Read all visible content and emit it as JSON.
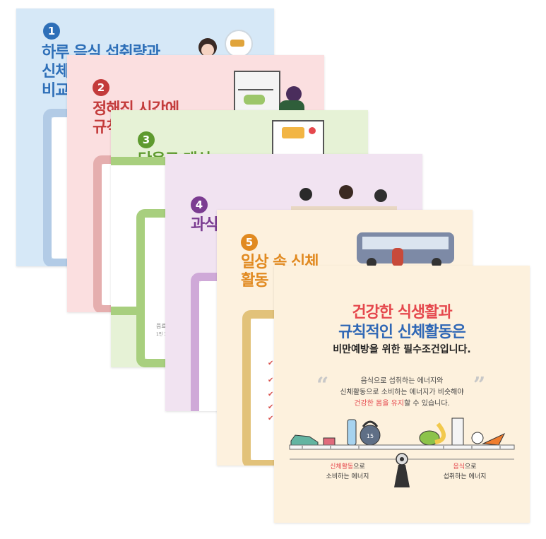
{
  "cards": [
    {
      "num": "1",
      "title1": "하루 음식 섭취량과",
      "title2": "신체",
      "title3": "비교"
    },
    {
      "num": "2",
      "title1": "정해진 시간에",
      "title2": "규칙"
    },
    {
      "num": "3",
      "title1": "단음료 대신",
      "title2": "물 섭",
      "footnote1": "음료",
      "footnote2": "1인 1회"
    },
    {
      "num": "4",
      "title1": "과식"
    },
    {
      "num": "5",
      "title1": "일상 속 신체",
      "title2": "활동"
    }
  ],
  "main": {
    "title_part1": "건강한 식생활",
    "title_part2": "과",
    "title2_part1": "규칙적인 신체활동",
    "title2_part2": "은",
    "subtitle": "비만예방을 위한 필수조건입니다.",
    "quote_line1": "음식으로 섭취하는 에너지와",
    "quote_line2_a": "신체활동으로 소비하는 에너지",
    "quote_line2_b": "가 비슷해야",
    "quote_line3_a": "건강한 몸을 유지",
    "quote_line3_b": "할 수 있습니다.",
    "left_caption_red": "신체활동",
    "left_caption_a": "으로",
    "left_caption_b": "소비하는 에너지",
    "right_caption_red": "음식",
    "right_caption_a": "으로",
    "right_caption_b": "섭취하는 에너지",
    "kettlebell_label": "15"
  },
  "colors": {
    "card1_bg": "#d6e8f7",
    "card1_accent": "#2e6fb8",
    "card2_bg": "#fbdfe0",
    "card2_accent": "#c33b3b",
    "card3_bg": "#e6f2d6",
    "card3_accent": "#5e9a2f",
    "card4_bg": "#f1e3f1",
    "card4_accent": "#7b3c91",
    "card5_bg": "#fdf1de",
    "card5_accent": "#e18a21",
    "main_bg": "#fdf1dd",
    "title_red": "#e5484d",
    "title_blue": "#2f67b5"
  }
}
